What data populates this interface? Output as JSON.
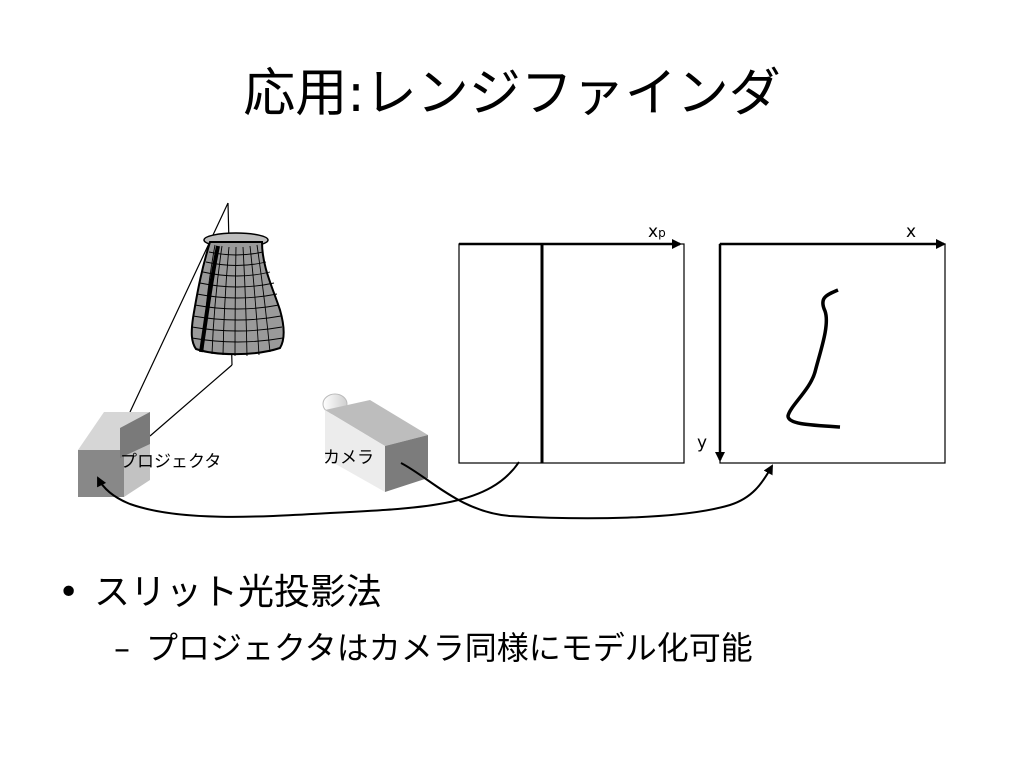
{
  "slide": {
    "title": "応用:レンジファインダ"
  },
  "diagram": {
    "projector_label": "プロジェクタ",
    "camera_label": "カメラ",
    "projector_image_axis_x": "x",
    "projector_image_axis_x_sub": "p",
    "camera_image_axis_x": "x",
    "camera_image_axis_y": "y"
  },
  "body": {
    "bullet_marker": "•",
    "bullet_text": "スリット光投影法",
    "sub_marker": "–",
    "sub_text": "プロジェクタはカメラ同様にモデル化可能"
  }
}
